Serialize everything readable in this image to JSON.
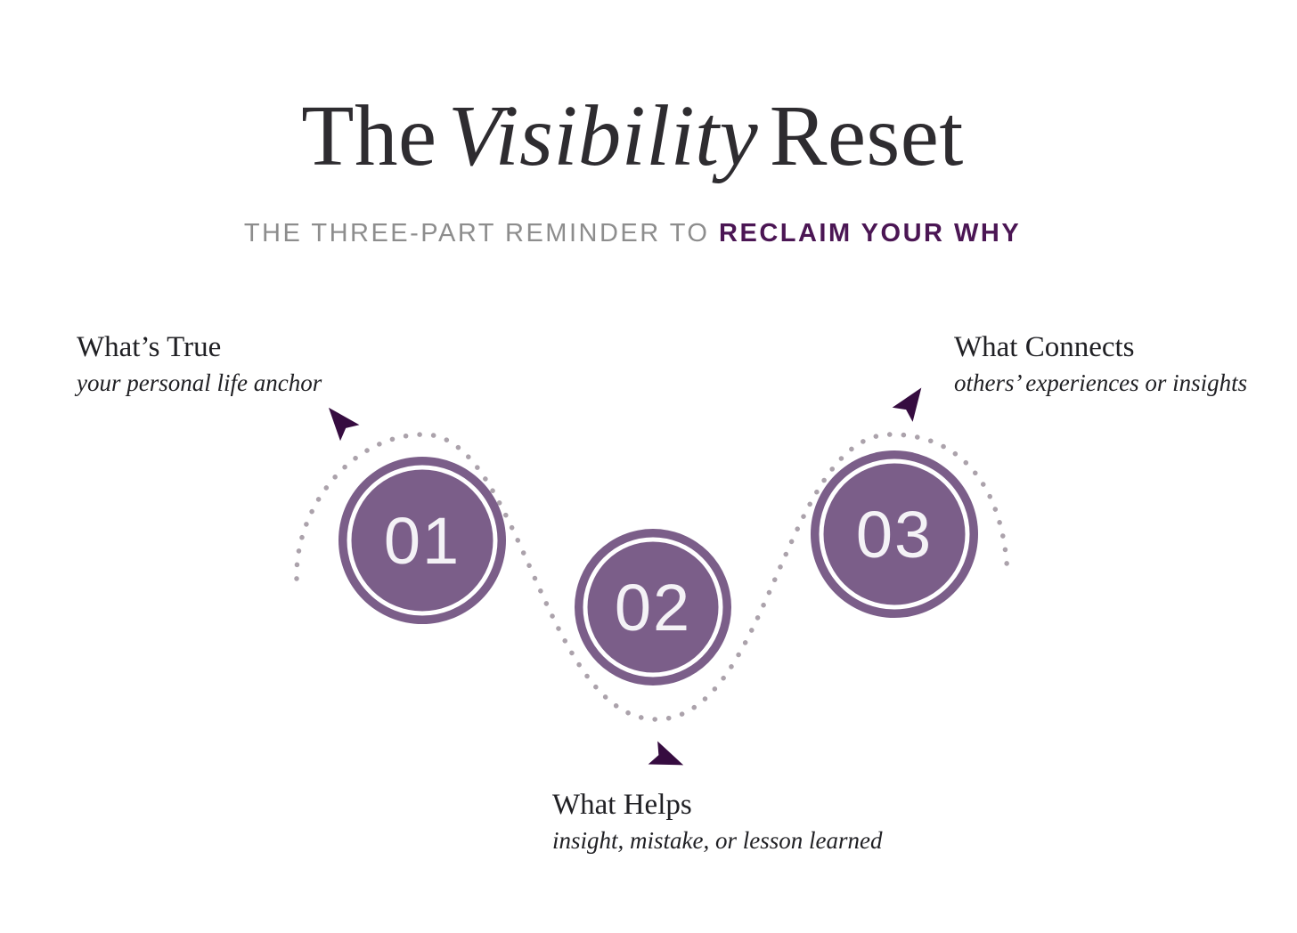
{
  "header": {
    "title": {
      "pre": "The",
      "emphasis": "Visibility",
      "post": "Reset"
    },
    "subtitle": {
      "plain": "THE THREE-PART REMINDER TO",
      "highlight": "RECLAIM YOUR WHY"
    }
  },
  "steps": [
    {
      "number": "01",
      "label": "What’s True",
      "description": "your personal life anchor"
    },
    {
      "number": "02",
      "label": "What Helps",
      "description": "insight, mistake, or lesson learned"
    },
    {
      "number": "03",
      "label": "What Connects",
      "description": "others’ experiences or insights"
    }
  ],
  "icons": {
    "pointer_arrow": "cursor-style triangular arrowhead pointing from the dotted path toward each label"
  },
  "colors": {
    "bg": "#ffffff",
    "title": "#2e2c30",
    "subtitle-gray": "#8d8d8d",
    "accent-purple": "#4b1654",
    "circle-purple": "#7b5e89",
    "ring-white": "#ffffff",
    "number": "#f4f2f6",
    "dots": "#aba2ab",
    "arrow": "#360c40",
    "label": "#202024"
  }
}
